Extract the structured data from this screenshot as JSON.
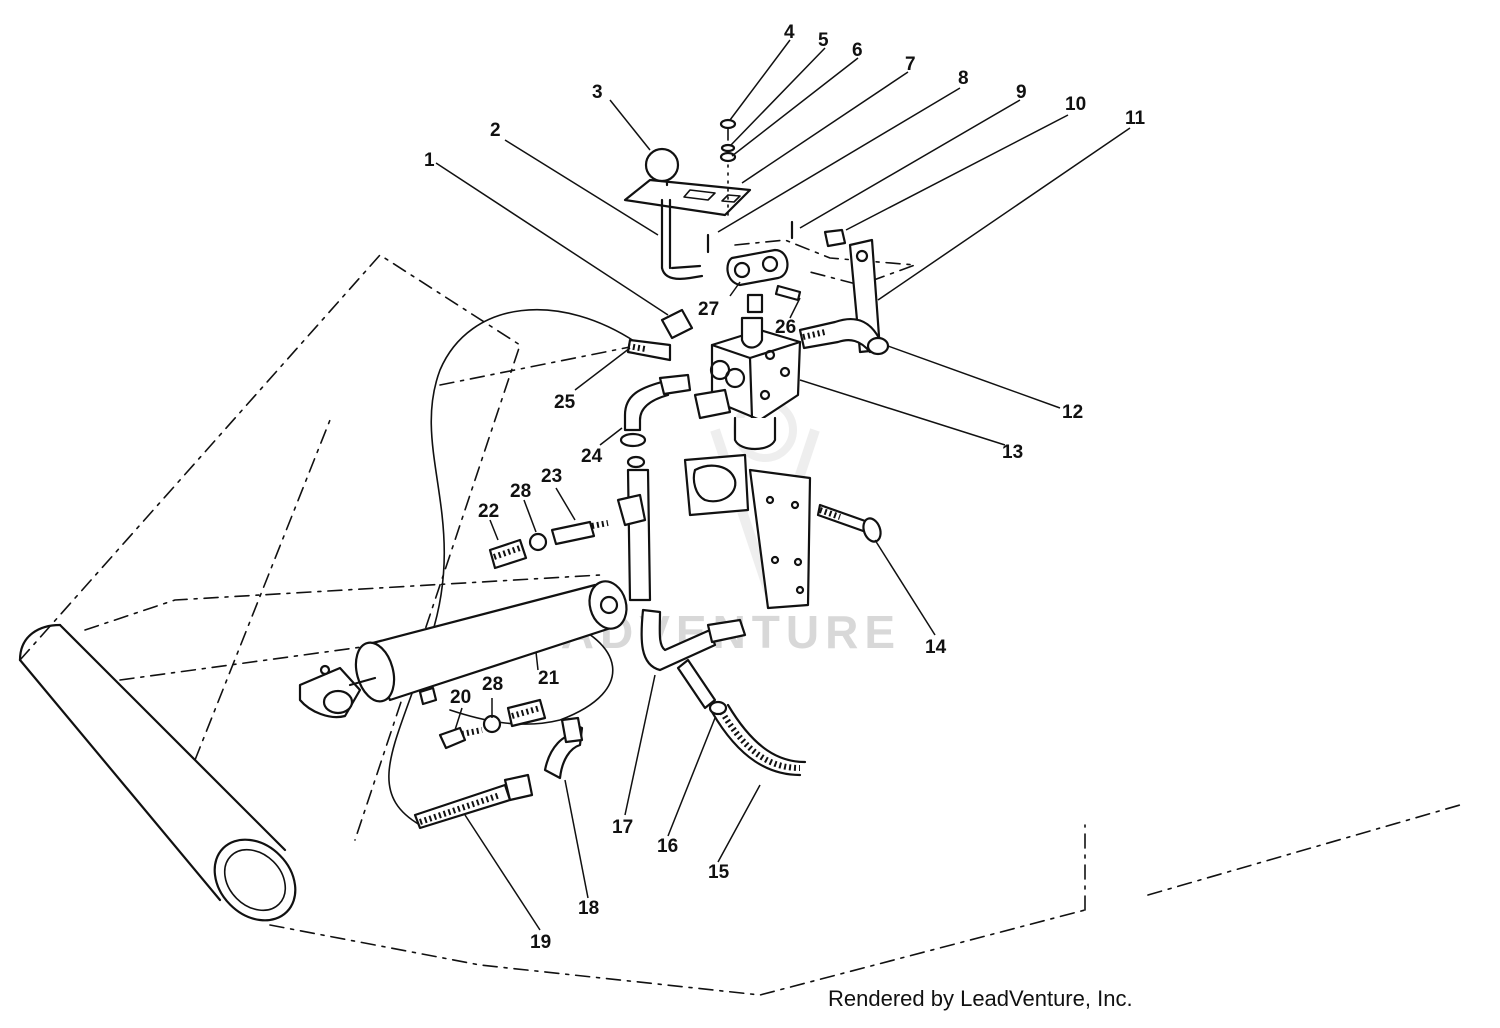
{
  "watermark": "LEADVENTURE",
  "credit": "Rendered by LeadVenture, Inc.",
  "callouts": [
    "1",
    "2",
    "3",
    "4",
    "5",
    "6",
    "7",
    "8",
    "9",
    "10",
    "11",
    "12",
    "13",
    "14",
    "15",
    "16",
    "17",
    "18",
    "19",
    "20",
    "21",
    "22",
    "23",
    "24",
    "25",
    "26",
    "27",
    "28",
    "28"
  ]
}
